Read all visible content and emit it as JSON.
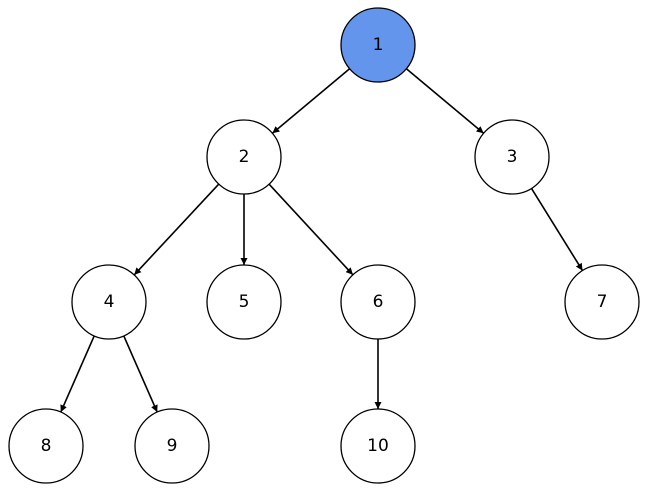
{
  "diagram": {
    "type": "tree",
    "nodes": [
      {
        "id": "1",
        "label": "1",
        "fill": "#6495ed"
      },
      {
        "id": "2",
        "label": "2",
        "fill": "#ffffff"
      },
      {
        "id": "3",
        "label": "3",
        "fill": "#ffffff"
      },
      {
        "id": "4",
        "label": "4",
        "fill": "#ffffff"
      },
      {
        "id": "5",
        "label": "5",
        "fill": "#ffffff"
      },
      {
        "id": "6",
        "label": "6",
        "fill": "#ffffff"
      },
      {
        "id": "7",
        "label": "7",
        "fill": "#ffffff"
      },
      {
        "id": "8",
        "label": "8",
        "fill": "#ffffff"
      },
      {
        "id": "9",
        "label": "9",
        "fill": "#ffffff"
      },
      {
        "id": "10",
        "label": "10",
        "fill": "#ffffff"
      }
    ],
    "edges": [
      {
        "from": "1",
        "to": "2"
      },
      {
        "from": "1",
        "to": "3"
      },
      {
        "from": "2",
        "to": "4"
      },
      {
        "from": "2",
        "to": "5"
      },
      {
        "from": "2",
        "to": "6"
      },
      {
        "from": "3",
        "to": "7"
      },
      {
        "from": "4",
        "to": "8"
      },
      {
        "from": "4",
        "to": "9"
      },
      {
        "from": "6",
        "to": "10"
      }
    ],
    "colors": {
      "highlight": "#6495ed",
      "node": "#ffffff",
      "stroke": "#000000"
    }
  }
}
